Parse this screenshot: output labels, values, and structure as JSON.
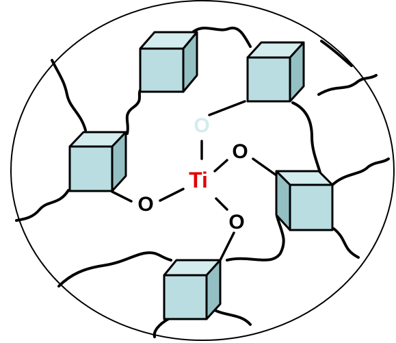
{
  "diagram": {
    "center_atom": {
      "label": "Ti",
      "color": "#e00000"
    },
    "ligand_atoms": [
      {
        "label": "O"
      },
      {
        "label": "O"
      },
      {
        "label": "O"
      },
      {
        "label": "O"
      }
    ],
    "colors": {
      "cube_face": "#b9dde0",
      "cube_top": "#d3ecee",
      "cube_side": "#94c0c4",
      "stroke": "#000000",
      "background": "#ffffff"
    }
  }
}
